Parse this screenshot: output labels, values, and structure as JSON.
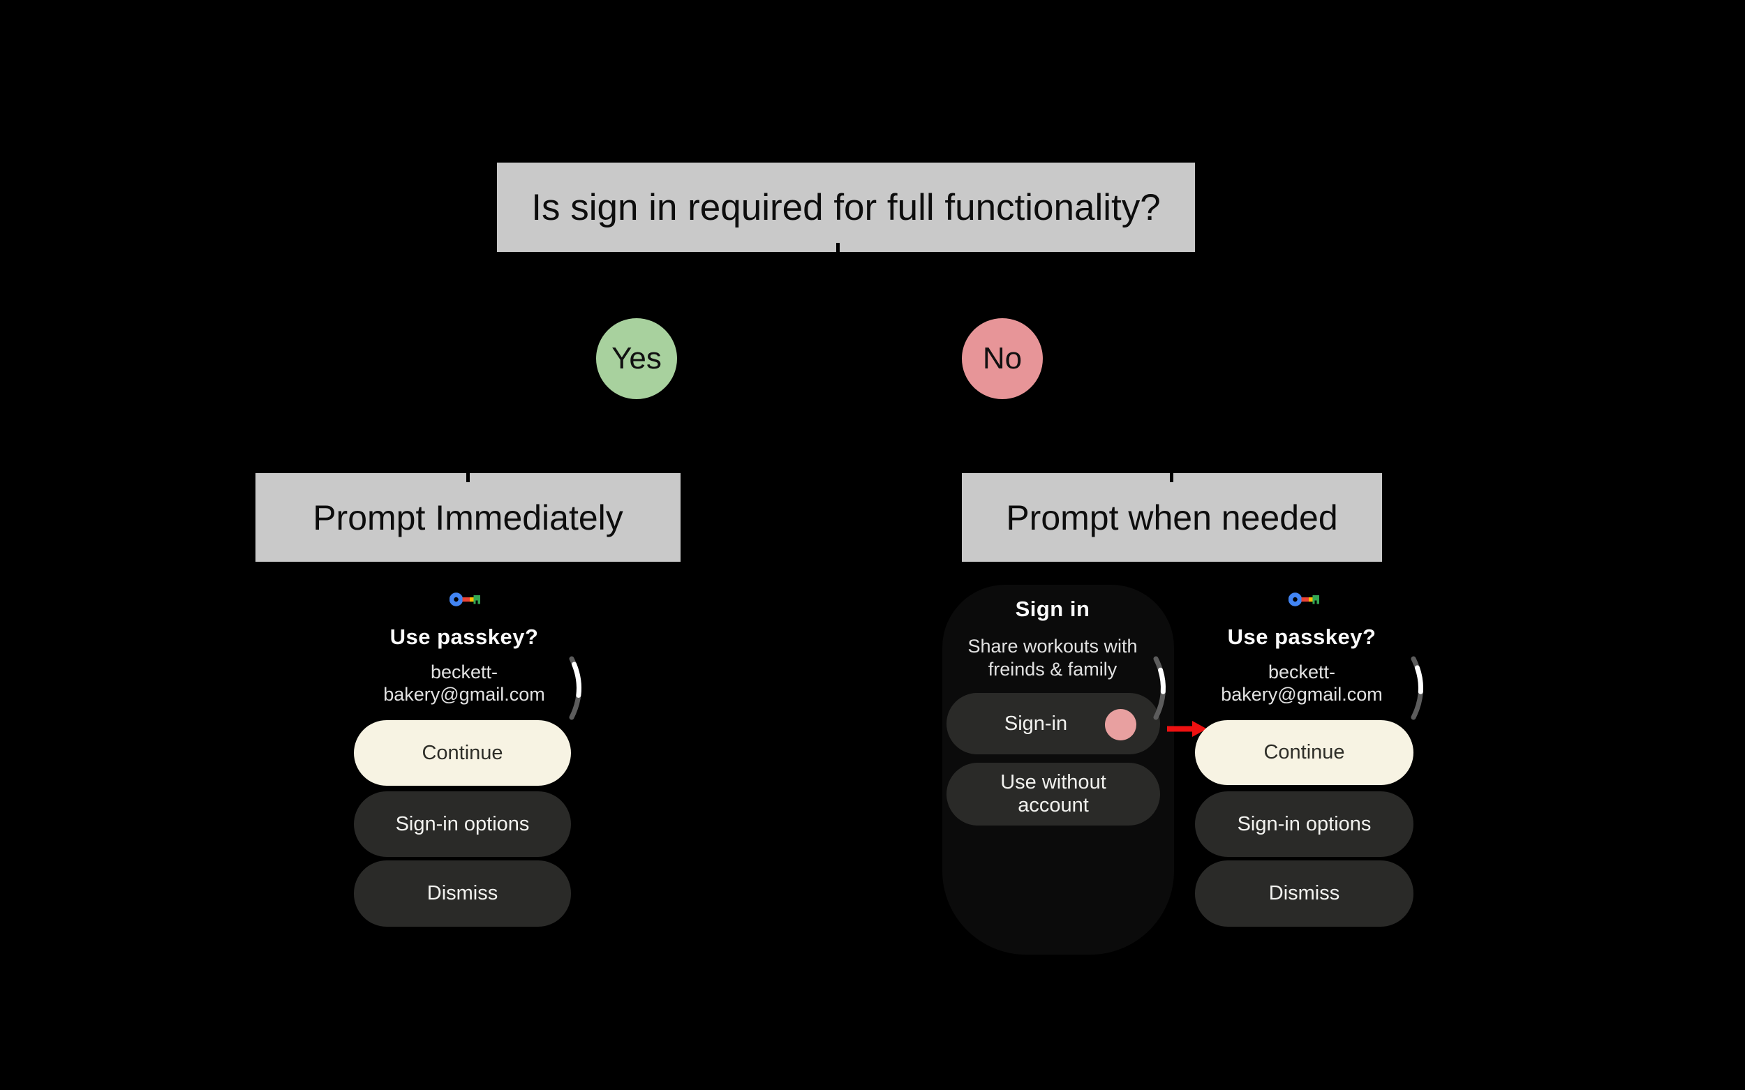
{
  "flow": {
    "question": "Is sign in required for full functionality?",
    "yes_label": "Yes",
    "no_label": "No",
    "yes_branch_heading": "Prompt Immediately",
    "no_branch_heading": "Prompt when needed"
  },
  "passkey_watch": {
    "icon": "google-passkey-icon",
    "title": "Use passkey?",
    "account_line1": "beckett-",
    "account_line2": "bakery@gmail.com",
    "continue_label": "Continue",
    "signin_options_label": "Sign-in options",
    "dismiss_label": "Dismiss"
  },
  "signin_watch": {
    "title": "Sign in",
    "subtitle_line1": "Share workouts with",
    "subtitle_line2": "freinds & family",
    "signin_label": "Sign-in",
    "use_without_account_line1": "Use without",
    "use_without_account_line2": "account"
  },
  "colors": {
    "background": "#000000",
    "box_gray": "#c9c9c9",
    "yes_green": "#a8d19e",
    "no_pink": "#e79598",
    "primary_button_cream": "#f7f3e3",
    "secondary_button_dark": "#2a2a28",
    "tap_indicator_pink": "#e8a0a0",
    "arrow_red": "#ee1111",
    "passkey_blue": "#4285f4",
    "passkey_red": "#ea4335",
    "passkey_yellow": "#fbbc05",
    "passkey_green": "#34a853",
    "scroll_track_gray": "#5c5c5c",
    "scroll_thumb_white": "#ffffff"
  }
}
